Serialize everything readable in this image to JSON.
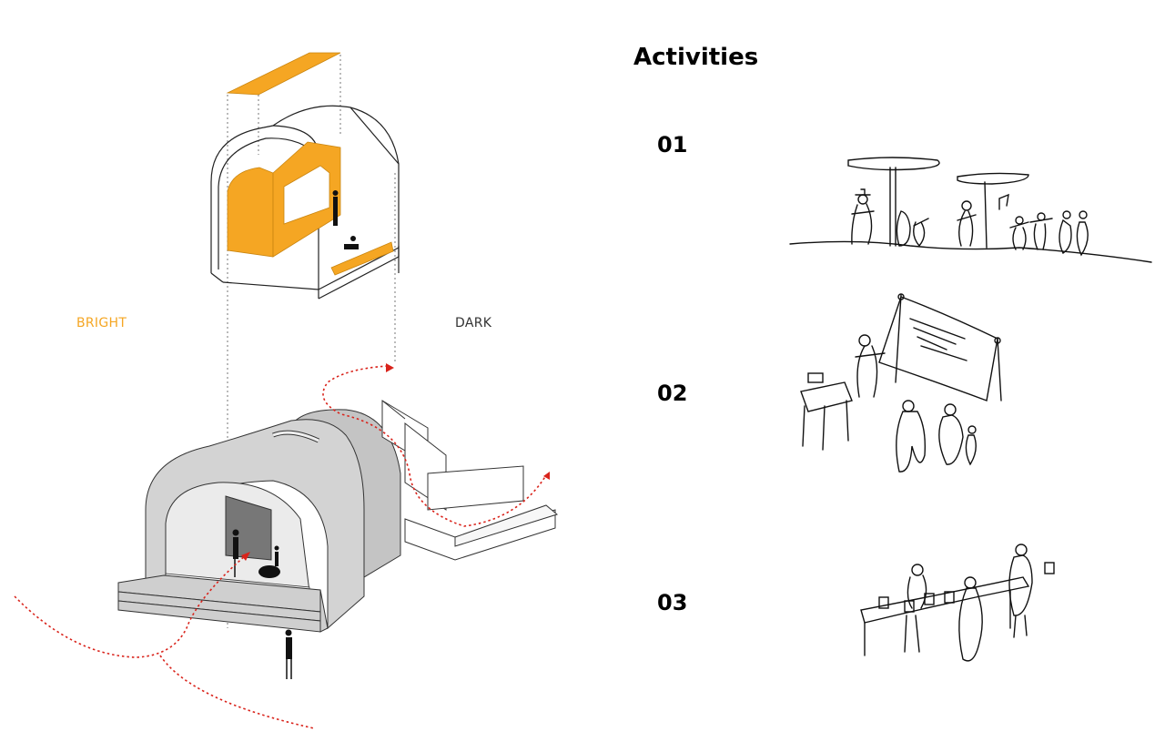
{
  "labels": {
    "bright": "BRIGHT",
    "dark": "DARK"
  },
  "activities": {
    "title": "Activities",
    "items": [
      {
        "number": "01"
      },
      {
        "number": "02"
      },
      {
        "number": "03"
      }
    ]
  },
  "colors": {
    "accent_orange": "#F5A623",
    "path_red": "#D9231B",
    "pavilion_gray": "#CFCFCF",
    "ink": "#111111"
  }
}
